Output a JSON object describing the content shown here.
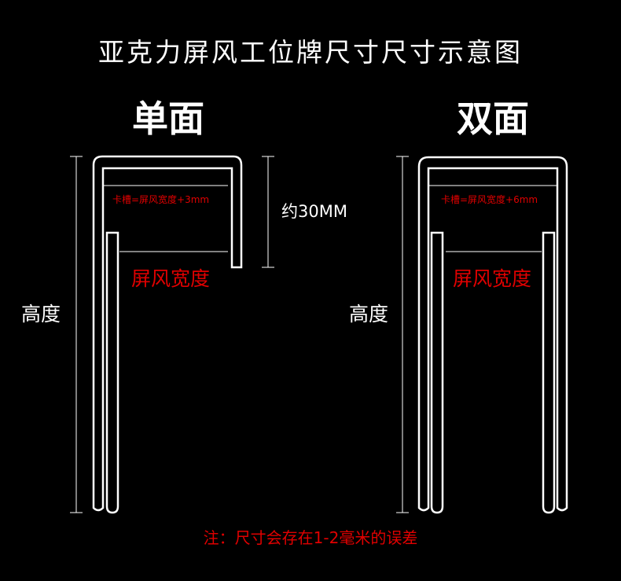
{
  "title": "亚克力屏风工位牌尺寸尺寸示意图",
  "single": {
    "heading": "单面",
    "slot_label": "卡槽=屏风宽度+3mm",
    "width_label": "屏风宽度",
    "height_label": "高度",
    "depth_label": "约30MM"
  },
  "double": {
    "heading": "双面",
    "slot_label": "卡槽=屏风宽度+6mm",
    "width_label": "屏风宽度",
    "height_label": "高度"
  },
  "footnote": "注：尺寸会存在1-2毫米的误差",
  "colors": {
    "background": "#000000",
    "frame": "#ffffff",
    "note": "#e00000"
  }
}
